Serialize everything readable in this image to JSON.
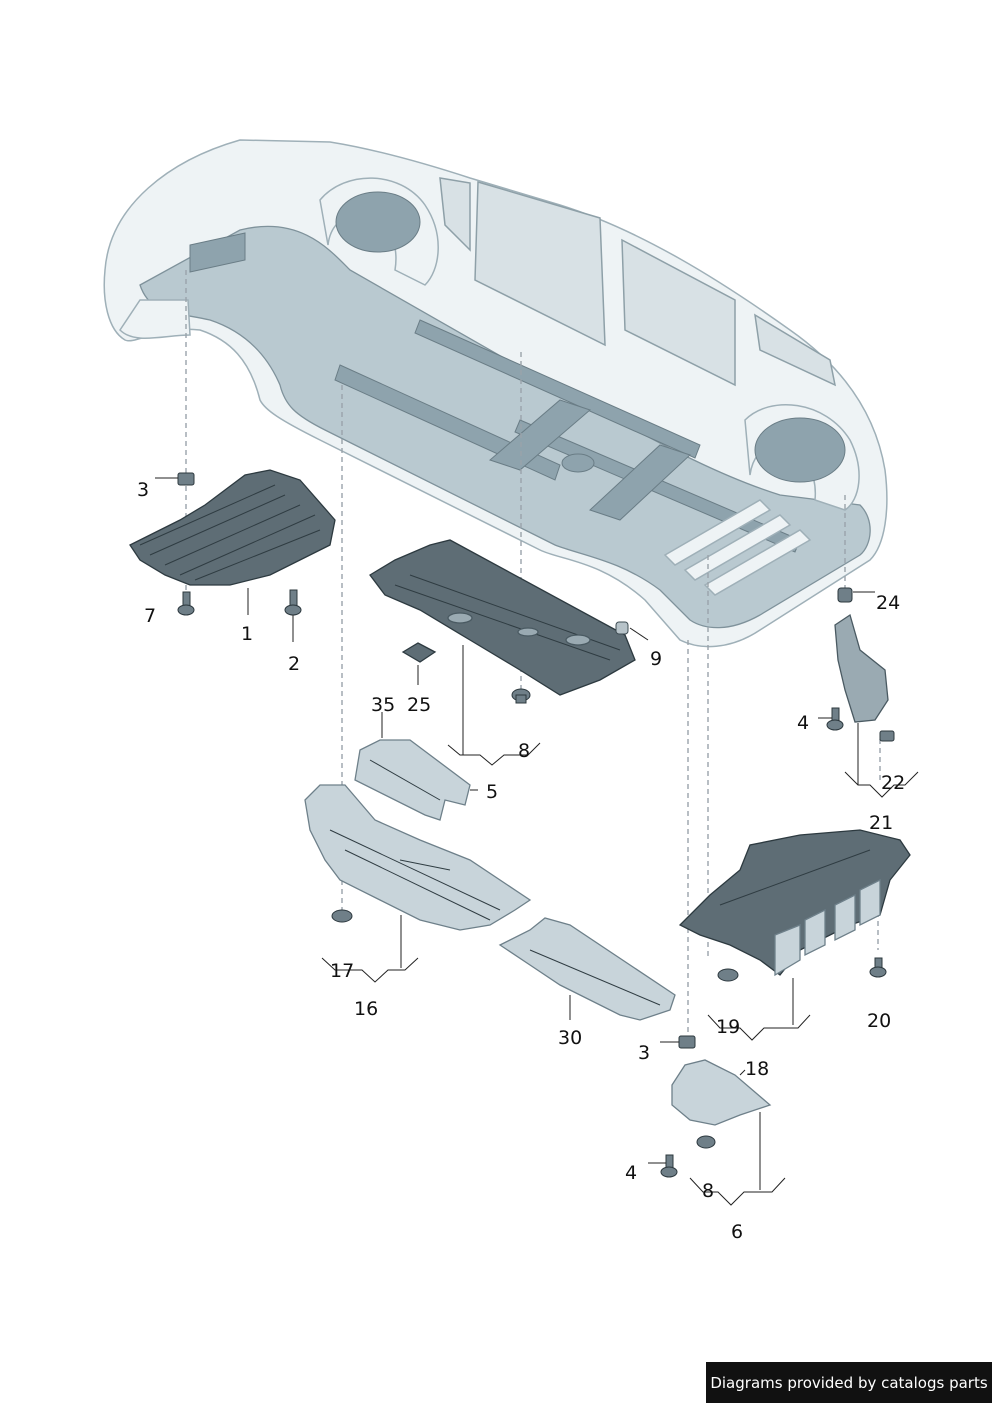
{
  "diagram": {
    "callouts": [
      {
        "id": "c1",
        "text": "1"
      },
      {
        "id": "c2",
        "text": "2"
      },
      {
        "id": "c3a",
        "text": "3"
      },
      {
        "id": "c3b",
        "text": "3"
      },
      {
        "id": "c4a",
        "text": "4"
      },
      {
        "id": "c4b",
        "text": "4"
      },
      {
        "id": "c5",
        "text": "5"
      },
      {
        "id": "c6",
        "text": "6"
      },
      {
        "id": "c7",
        "text": "7"
      },
      {
        "id": "c8a",
        "text": "8"
      },
      {
        "id": "c8b",
        "text": "8"
      },
      {
        "id": "c9",
        "text": "9"
      },
      {
        "id": "c16",
        "text": "16"
      },
      {
        "id": "c17",
        "text": "17"
      },
      {
        "id": "c18",
        "text": "18"
      },
      {
        "id": "c19",
        "text": "19"
      },
      {
        "id": "c20",
        "text": "20"
      },
      {
        "id": "c21",
        "text": "21"
      },
      {
        "id": "c22",
        "text": "22"
      },
      {
        "id": "c24",
        "text": "24"
      },
      {
        "id": "c25",
        "text": "25"
      },
      {
        "id": "c30",
        "text": "30"
      },
      {
        "id": "c35",
        "text": "35"
      }
    ]
  },
  "footer": {
    "credit": "Diagrams provided by catalogs parts"
  }
}
